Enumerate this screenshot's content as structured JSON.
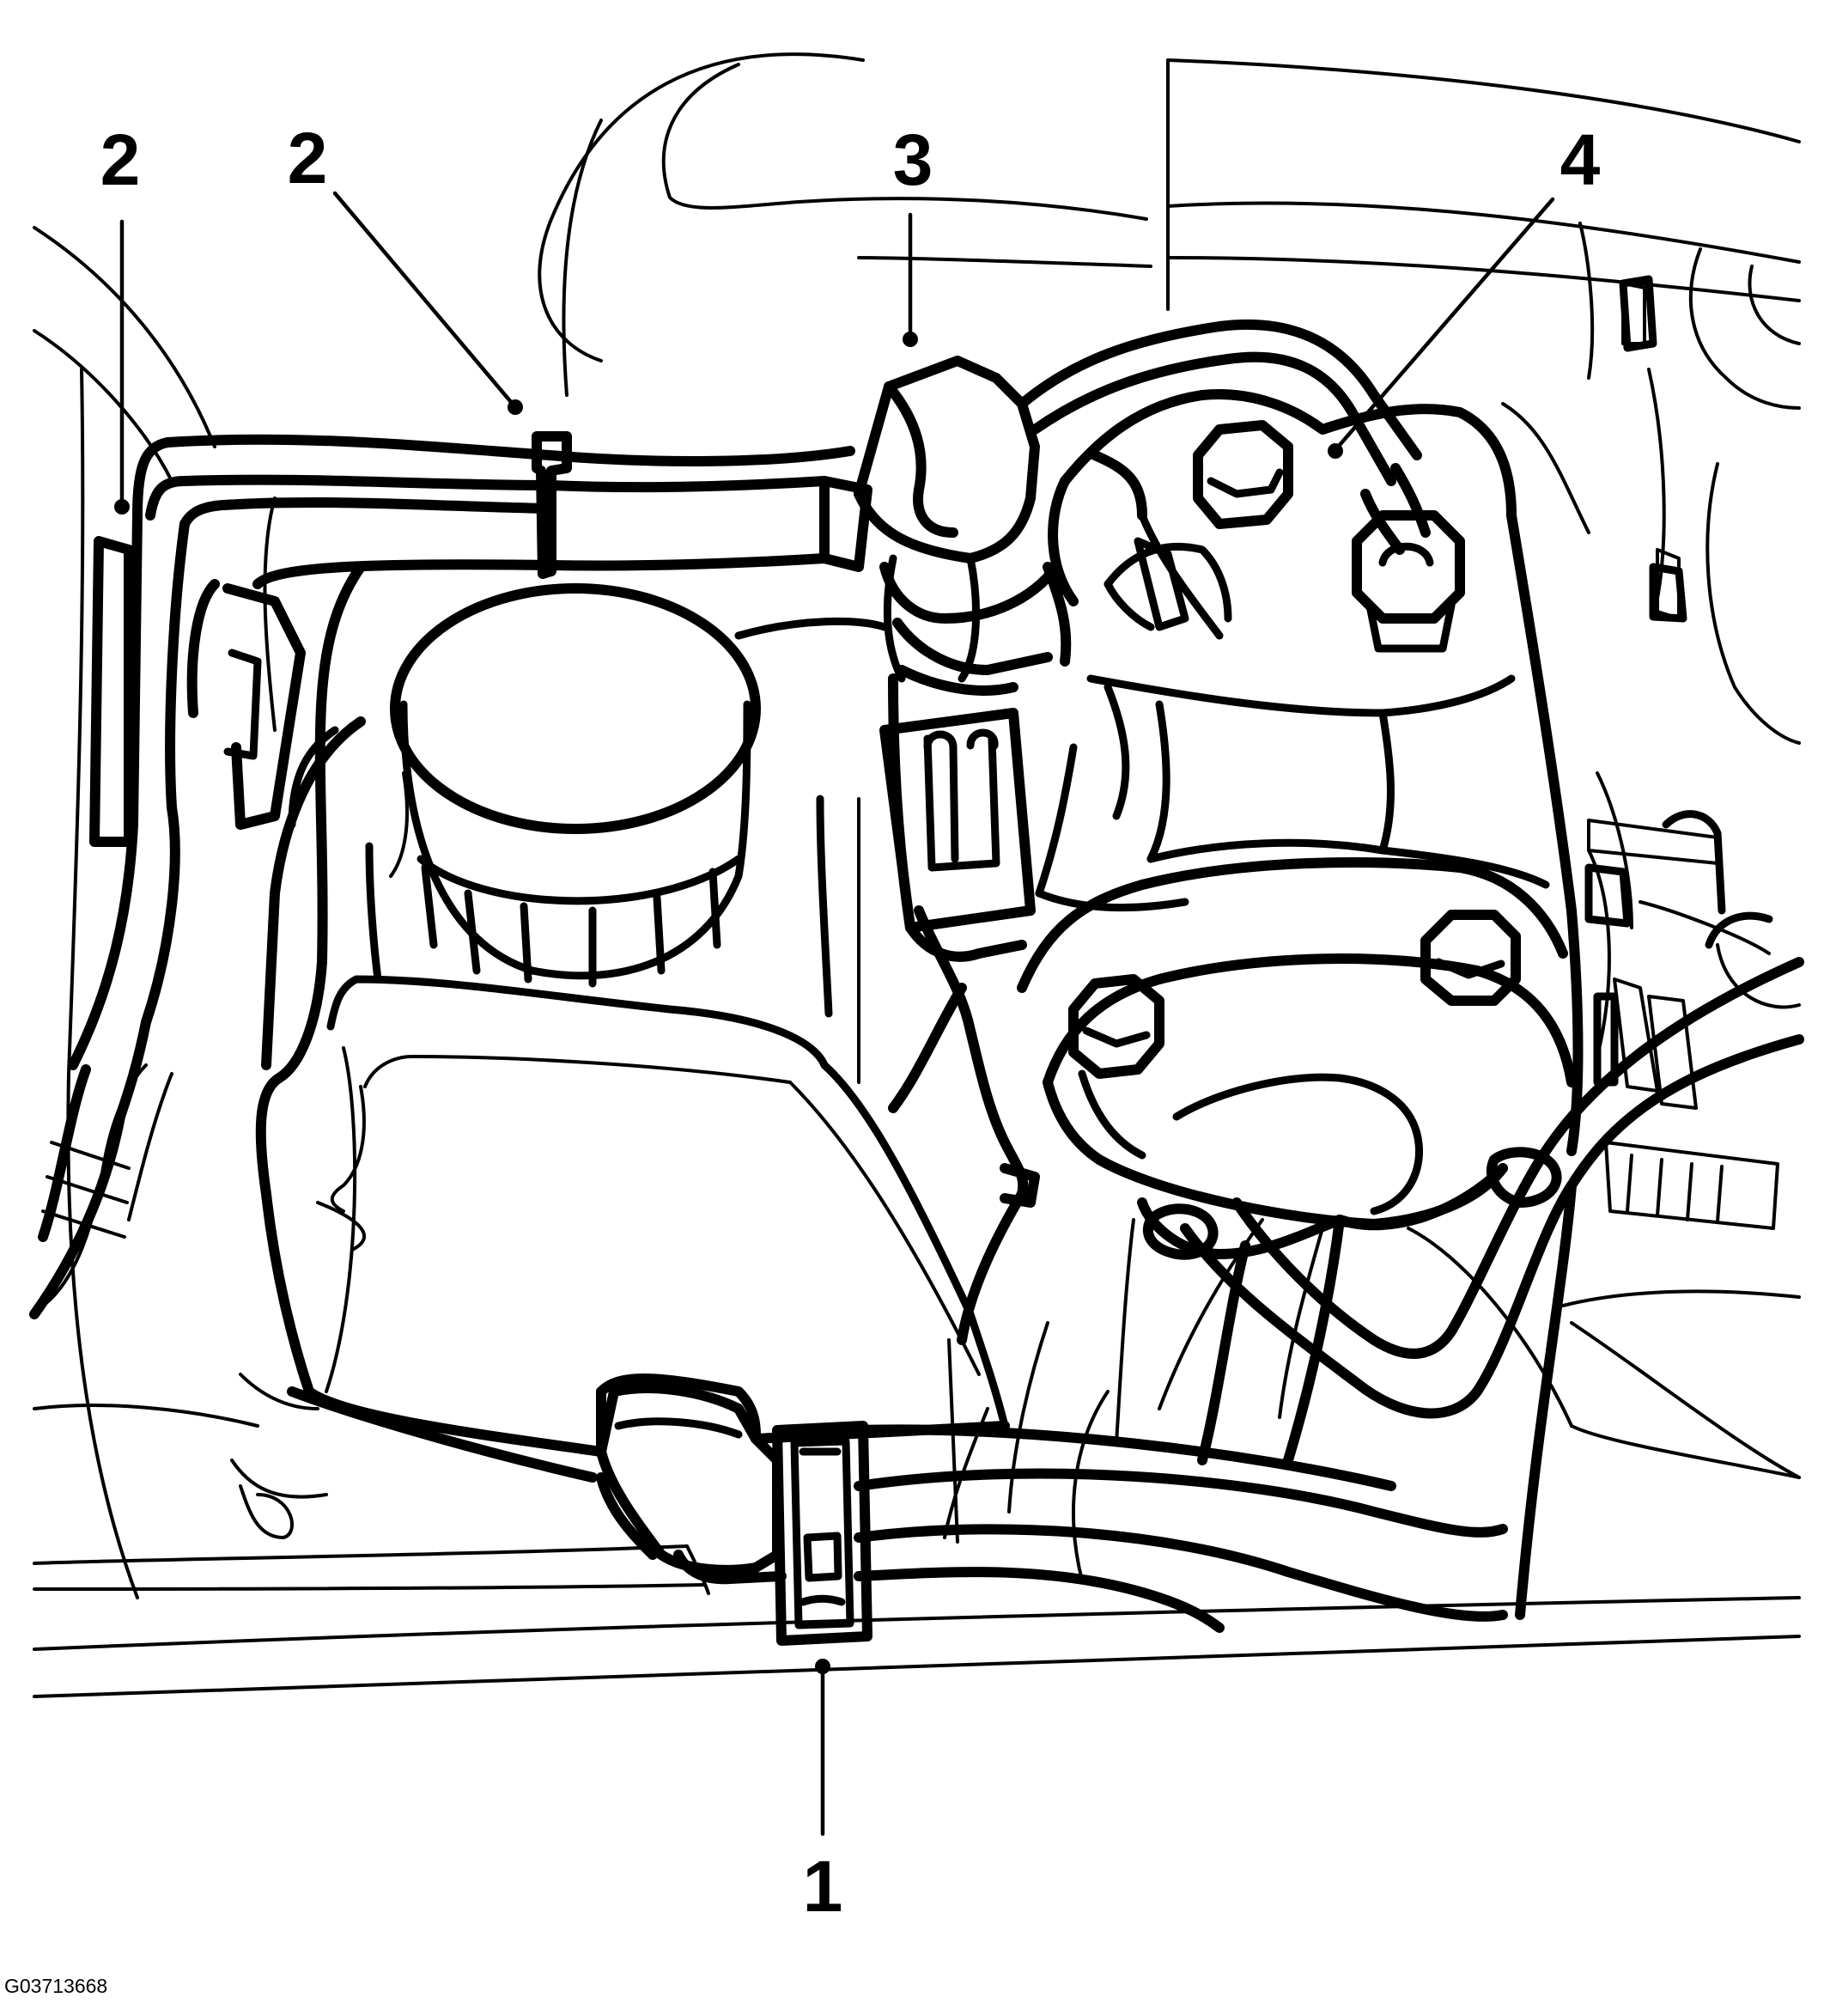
{
  "figure": {
    "code": "G03713668"
  },
  "callouts": [
    {
      "id": "c1",
      "label": "1"
    },
    {
      "id": "c2a",
      "label": "2"
    },
    {
      "id": "c2b",
      "label": "2"
    },
    {
      "id": "c3",
      "label": "3"
    },
    {
      "id": "c4",
      "label": "4"
    }
  ],
  "colors": {
    "line": "#000000",
    "background": "#ffffff"
  }
}
